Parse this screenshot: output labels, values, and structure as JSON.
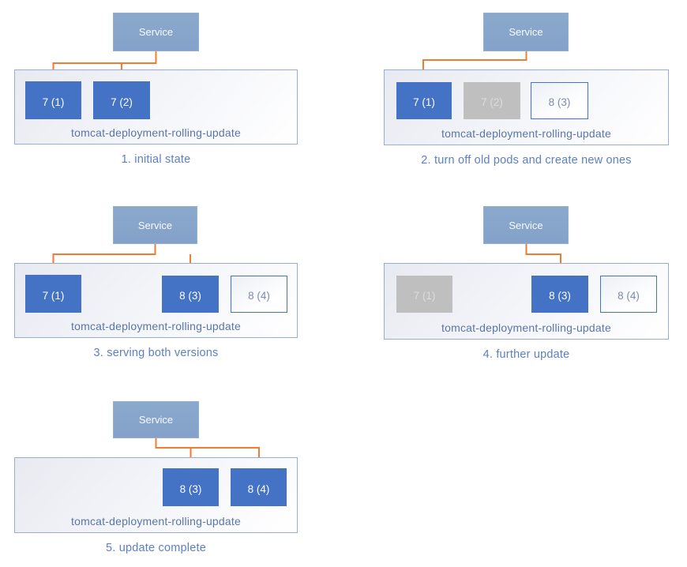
{
  "service_label": "Service",
  "deployment_label": "tomcat-deployment-rolling-update",
  "colors": {
    "pod_active_blue": "#4472C4",
    "pod_stopped_gray": "#BFBFBF",
    "pod_new_border_blue": "#4472C4",
    "service_fill_blue": "#85A4CB",
    "arrow_orange": "#ED7D31",
    "deployment_label_blue": "#5A76A6",
    "caption_blue": "#5C80C2"
  },
  "panels": [
    {
      "caption": "1. initial state",
      "pods": [
        {
          "label": "7 (1)",
          "state": "active"
        },
        {
          "label": "7 (2)",
          "state": "active"
        }
      ]
    },
    {
      "caption": "2. turn off old pods and create new ones",
      "pods": [
        {
          "label": "7 (1)",
          "state": "active"
        },
        {
          "label": "7 (2)",
          "state": "stopped"
        },
        {
          "label": "8 (3)",
          "state": "new"
        }
      ]
    },
    {
      "caption": "3. serving both versions",
      "pods": [
        {
          "label": "7 (1)",
          "state": "active"
        },
        {
          "label": "8 (3)",
          "state": "active"
        },
        {
          "label": "8 (4)",
          "state": "new"
        }
      ]
    },
    {
      "caption": "4. further update",
      "pods": [
        {
          "label": "7 (1)",
          "state": "stopped"
        },
        {
          "label": "8 (3)",
          "state": "active"
        },
        {
          "label": "8 (4)",
          "state": "new"
        }
      ]
    },
    {
      "caption": "5. update complete",
      "pods": [
        {
          "label": "8 (3)",
          "state": "active"
        },
        {
          "label": "8 (4)",
          "state": "active"
        }
      ]
    }
  ]
}
